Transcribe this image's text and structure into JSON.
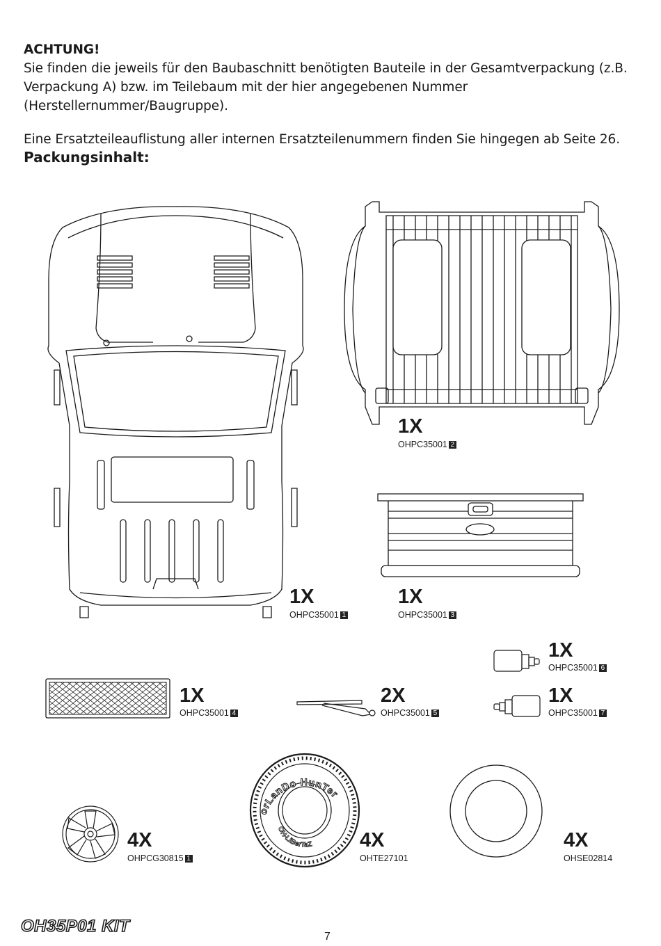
{
  "intro": {
    "heading": "ACHTUNG!",
    "line1": "Sie finden die jeweils für den Baubaschnitt benötigten Bauteile in der Gesamtverpackung (z.B.",
    "line2": "Verpackung A) bzw. im Teilebaum mit der hier angegebenen Nummer (Herstellernummer/Baugruppe).",
    "line3": "Eine Ersatzteileauflistung aller internen Ersatzteilenummern finden Sie hingegen ab Seite 26."
  },
  "section_title": "Packungsinhalt:",
  "parts": [
    {
      "qty": "1X",
      "number": "OHPC35001",
      "badge": "1",
      "icon": "truck-body-icon"
    },
    {
      "qty": "1X",
      "number": "OHPC35001",
      "badge": "2",
      "icon": "truck-bed-icon"
    },
    {
      "qty": "1X",
      "number": "OHPC35001",
      "badge": "3",
      "icon": "tailgate-icon"
    },
    {
      "qty": "1X",
      "number": "OHPC35001",
      "badge": "4",
      "icon": "grille-icon"
    },
    {
      "qty": "2X",
      "number": "OHPC35001",
      "badge": "5",
      "icon": "wiper-icon"
    },
    {
      "qty": "1X",
      "number": "OHPC35001",
      "badge": "6",
      "icon": "mirror-right-icon"
    },
    {
      "qty": "1X",
      "number": "OHPC35001",
      "badge": "7",
      "icon": "mirror-left-icon"
    },
    {
      "qty": "4X",
      "number": "OHPCG30815",
      "badge": "1",
      "icon": "wheel-rim-icon"
    },
    {
      "qty": "4X",
      "number": "OHTE27101",
      "badge": "",
      "icon": "tire-icon",
      "tire_text_top": "orLanDo HunTer",
      "tire_text_bottom": "OH-LiBerTaZ"
    },
    {
      "qty": "4X",
      "number": "OHSE02814",
      "badge": "",
      "icon": "foam-insert-icon"
    }
  ],
  "footer": {
    "logo": "OH35P01 KIT",
    "page_number": "7"
  }
}
